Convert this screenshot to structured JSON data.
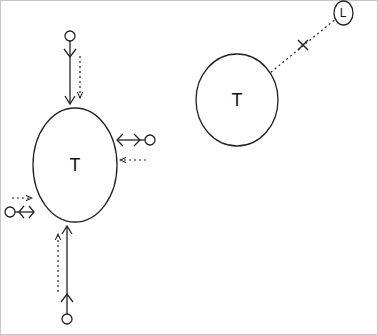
{
  "diagram": {
    "nodes": [
      {
        "text": [
          "T"
        ]
      },
      {
        "text": [
          "T"
        ]
      },
      {
        "text": [
          "L"
        ]
      }
    ],
    "edges": [
      {
        "from": 1,
        "to": 2,
        "arrow": "none"
      }
    ]
  }
}
